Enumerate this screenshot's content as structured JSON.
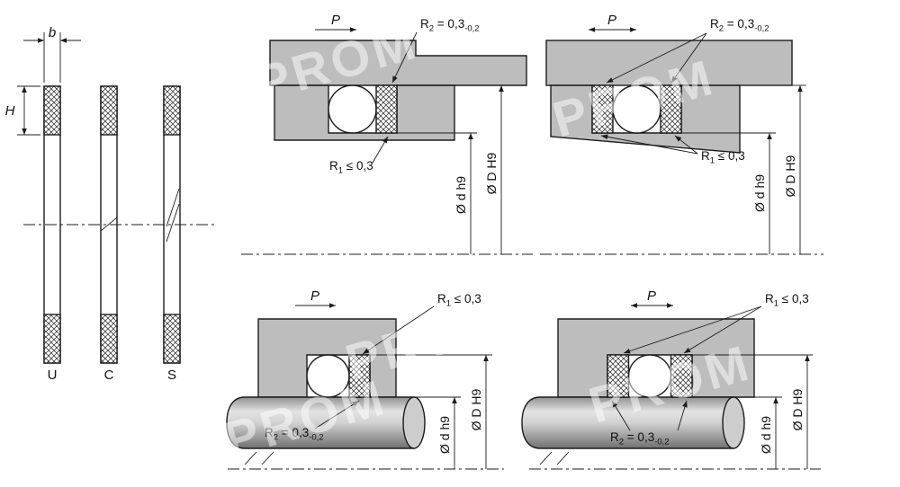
{
  "drawing": {
    "profiles": {
      "width_dim": "b",
      "height_dim": "H",
      "types": [
        "U",
        "C",
        "S"
      ]
    },
    "labels": {
      "pressure": "P",
      "r1": {
        "name": "R",
        "sub": "1",
        "eq": " ≤ 0,3"
      },
      "r2": {
        "name": "R",
        "sub": "2",
        "eq": " = 0,3",
        "tol": "-0,2"
      },
      "shaft_dia": "Ø d h9",
      "bore_dia": "Ø D H9"
    },
    "watermark": "PROM",
    "colors": {
      "metal": "#bdbdbd",
      "line": "#1c1c1c",
      "background": "#ffffff",
      "cylinder_light": "#e3e3e3",
      "cylinder_dark": "#707070"
    }
  }
}
